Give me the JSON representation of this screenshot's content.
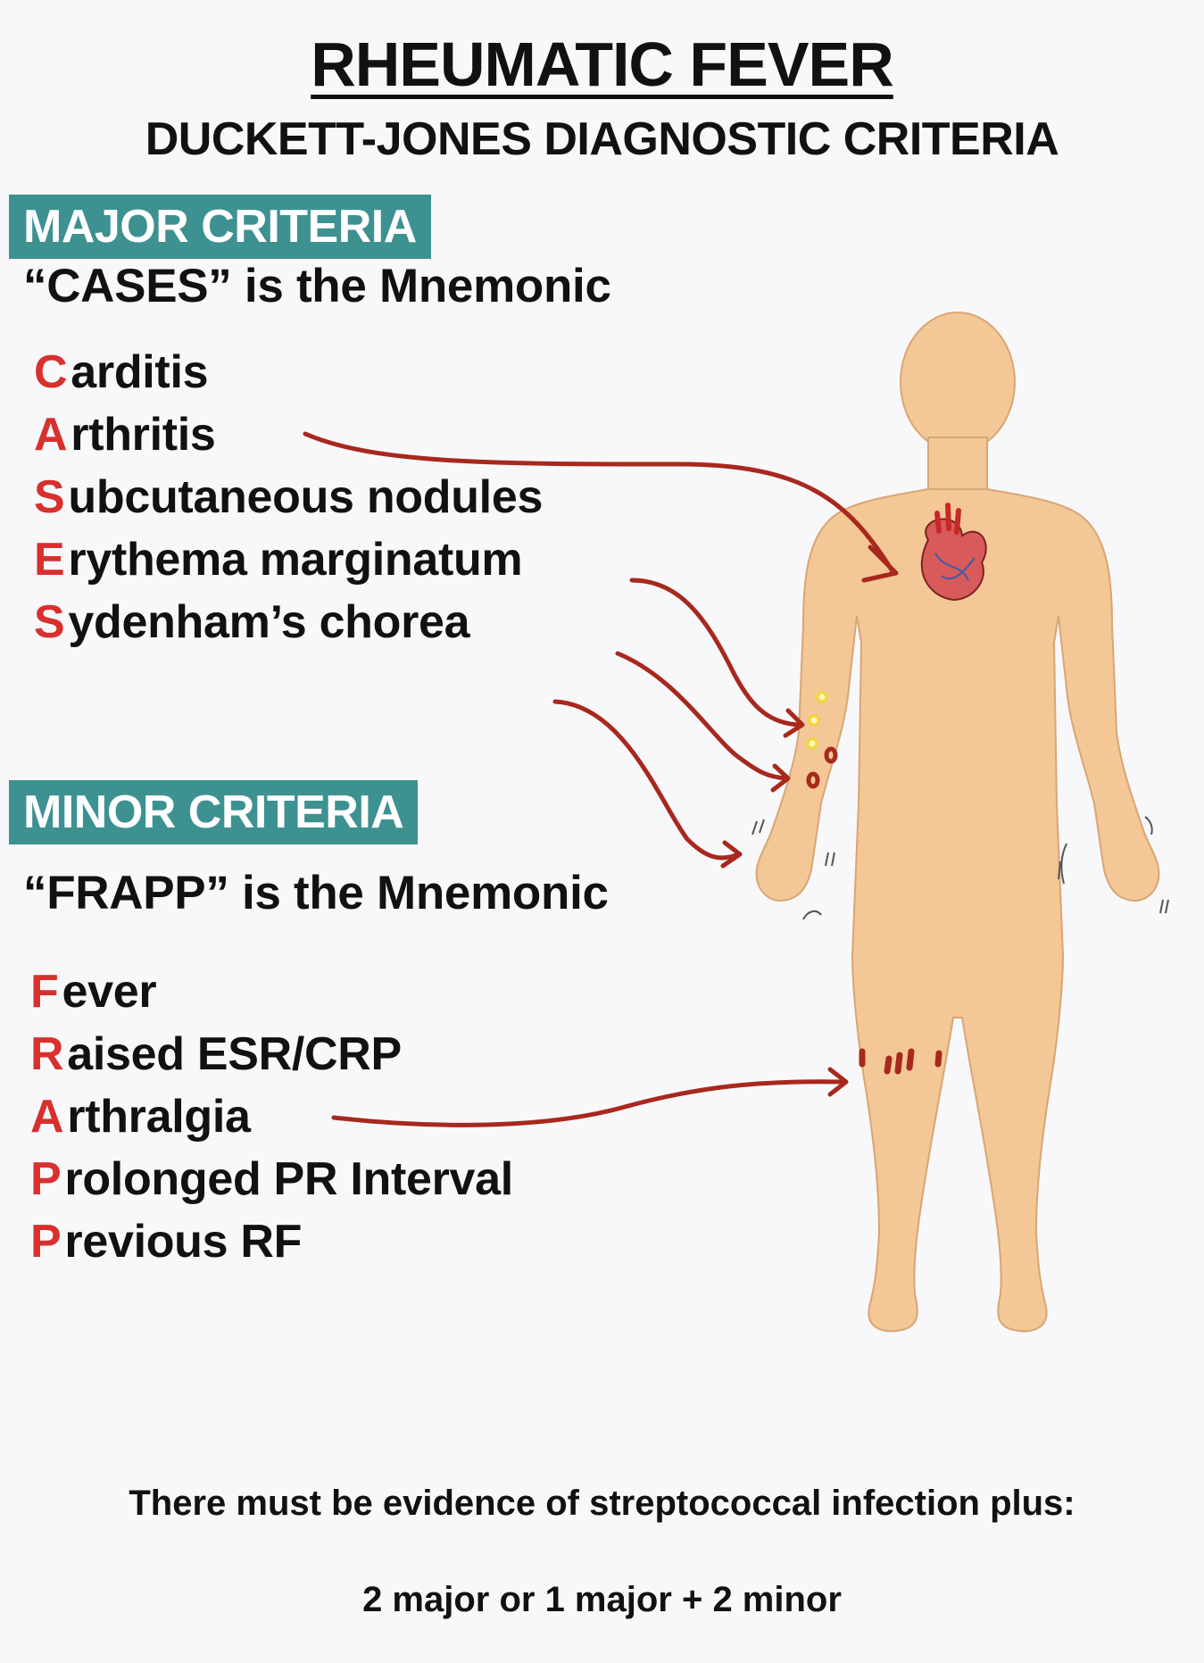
{
  "title": "RHEUMATIC FEVER",
  "subtitle": "DUCKETT-JONES DIAGNOSTIC CRITERIA",
  "major": {
    "header": "MAJOR CRITERIA",
    "mnemonic_line": "“CASES” is the Mnemonic",
    "items": [
      {
        "letter": "C",
        "rest": "arditis"
      },
      {
        "letter": "A",
        "rest": "rthritis"
      },
      {
        "letter": "S",
        "rest": "ubcutaneous nodules"
      },
      {
        "letter": "E",
        "rest": "rythema marginatum"
      },
      {
        "letter": "S",
        "rest": "ydenham’s chorea"
      }
    ]
  },
  "minor": {
    "header": "MINOR CRITERIA",
    "mnemonic_line": "“FRAPP” is the Mnemonic",
    "items": [
      {
        "letter": "F",
        "rest": "ever"
      },
      {
        "letter": "R",
        "rest": "aised ESR/CRP"
      },
      {
        "letter": "A",
        "rest": "rthralgia"
      },
      {
        "letter": "P",
        "rest": "rolonged PR Interval"
      },
      {
        "letter": "P",
        "rest": "revious RF"
      }
    ]
  },
  "footer": {
    "line1": "There must be evidence of streptococcal infection plus:",
    "line2": "2 major or 1 major + 2 minor"
  },
  "colors": {
    "accent_letter": "#d8302e",
    "header_bg": "#3d9191",
    "skin": "#f3c796",
    "arrow": "#a8281e",
    "nodule": "#f0d830"
  },
  "icons": [
    "human-body-icon",
    "heart-icon"
  ]
}
